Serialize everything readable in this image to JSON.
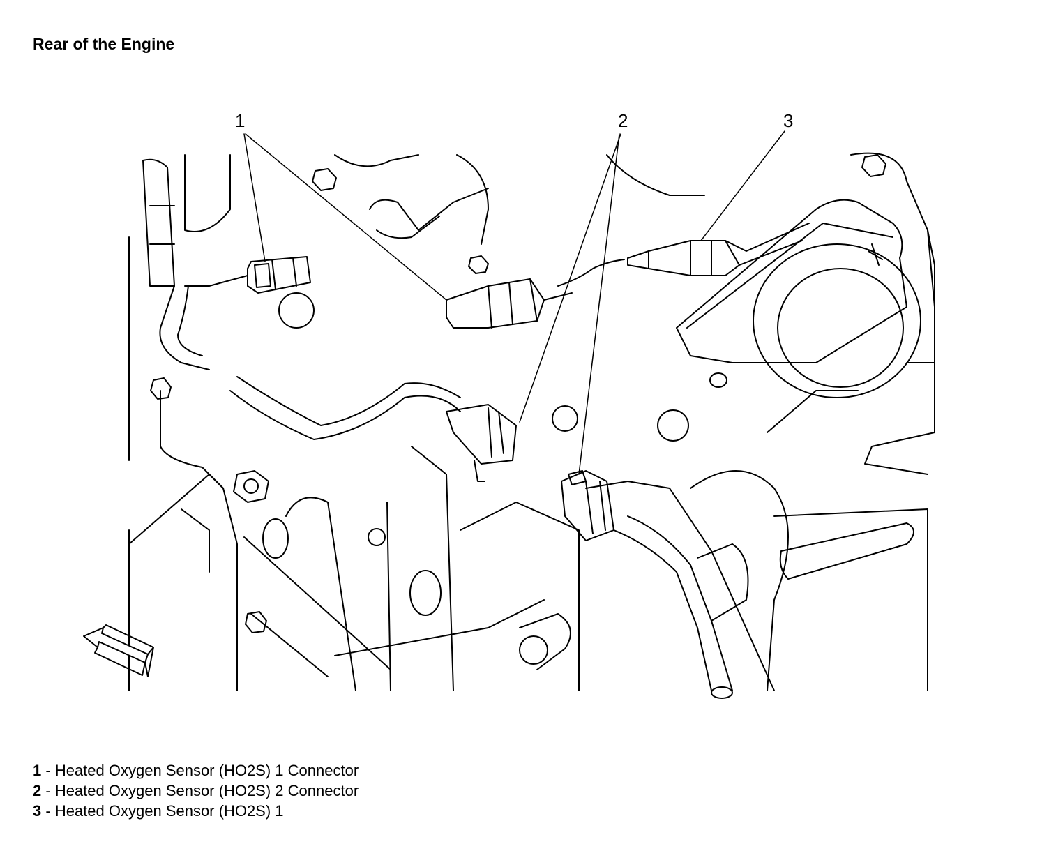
{
  "title": "Rear of the Engine",
  "callouts": [
    {
      "number": "1"
    },
    {
      "number": "2"
    },
    {
      "number": "3"
    }
  ],
  "legend": [
    {
      "number": "1",
      "separator": " - ",
      "text": "Heated Oxygen Sensor (HO2S) 1 Connector"
    },
    {
      "number": "2",
      "separator": " - ",
      "text": "Heated Oxygen Sensor (HO2S) 2 Connector"
    },
    {
      "number": "3",
      "separator": " - ",
      "text": "Heated Oxygen Sensor (HO2S) 1"
    }
  ],
  "icons": {
    "direction_arrow": "forward-direction-arrow-icon"
  }
}
